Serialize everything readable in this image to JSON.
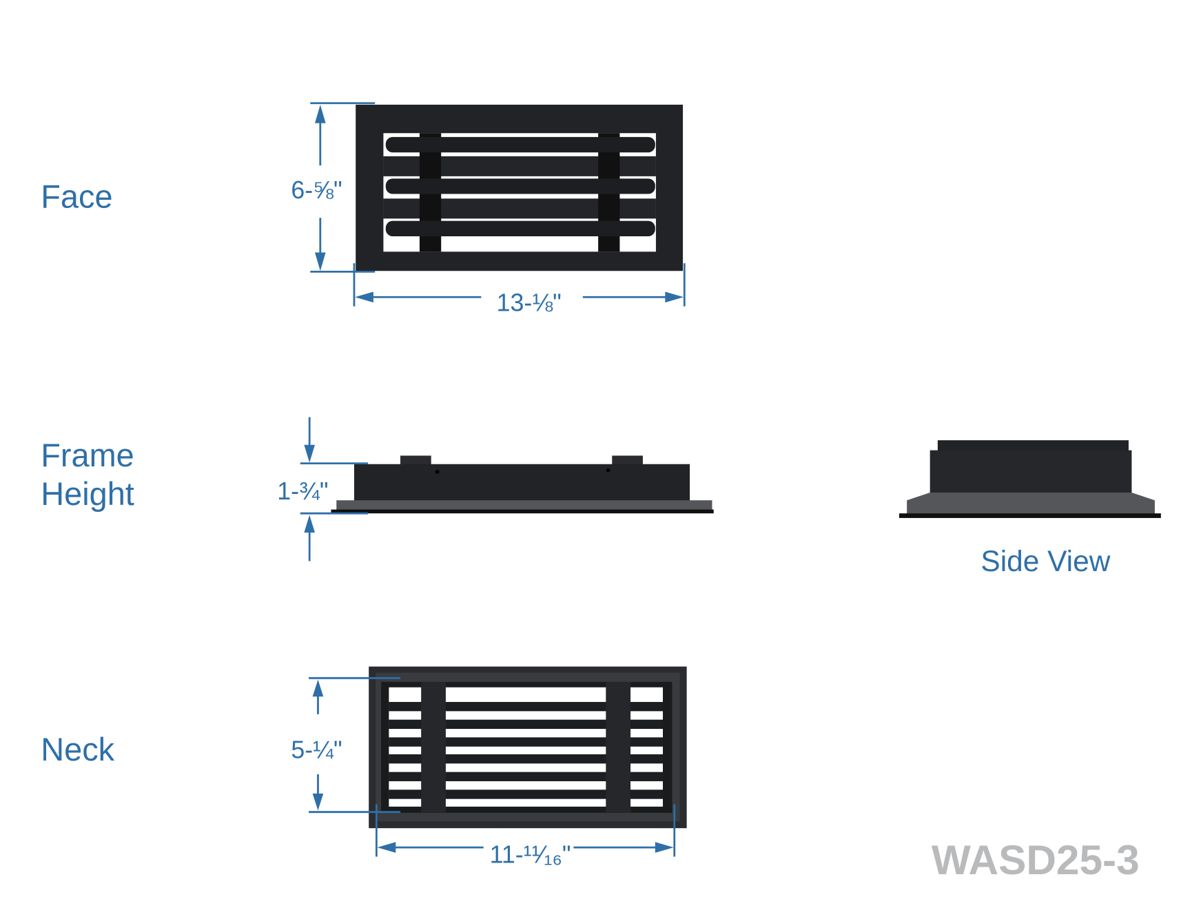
{
  "views": {
    "face": {
      "label": "Face",
      "height_dim": "6-⅝\"",
      "width_dim": "13-⅛\""
    },
    "frame_height": {
      "label_line1": "Frame",
      "label_line2": "Height",
      "height_dim": "1-¾\""
    },
    "side_view": {
      "label": "Side View"
    },
    "neck": {
      "label": "Neck",
      "height_dim": "5-¼\"",
      "width_dim": "11-¹¹⁄₁₆\""
    }
  },
  "model_number": "WASD25-3",
  "colors": {
    "accent": "#2f6fa7",
    "product": "#222326",
    "foam": "#55565a",
    "model_text": "#b9babc"
  }
}
